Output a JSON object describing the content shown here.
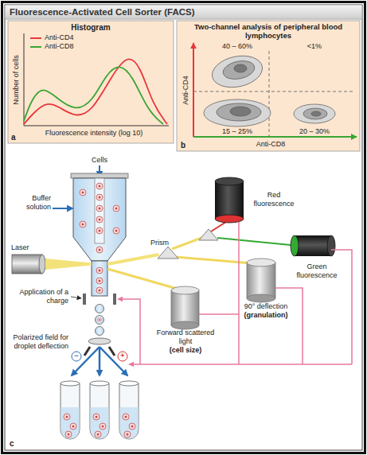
{
  "diagram": {
    "title": "Fluorescence-Activated Cell Sorter (FACS)",
    "nodes": [
      {
        "text": [
          "Histogram"
        ]
      },
      {
        "text": [
          "Two-channel analysis of peripheral blood lymphocytes"
        ]
      },
      {
        "text": [
          "Red fluorescence"
        ]
      },
      {
        "text": [
          "Green fluorescence"
        ]
      },
      {
        "text": [
          "Forward scattered light",
          "(cell size)"
        ]
      },
      {
        "text": [
          "90° deflection",
          "(granulation)"
        ]
      }
    ],
    "labels": [
      "Number of cells",
      "Fluorescence intensity (log 10)",
      "a",
      "40 – 60%",
      "<1%",
      "15 – 25%",
      "20 – 30%",
      "Anti-CD4",
      "Anti-CD8",
      "b",
      "Cells",
      "Buffer solution",
      "Laser",
      "Prism",
      "Application of a charge",
      "Polarized field for droplet deflection",
      "−",
      "+",
      "c"
    ],
    "legend": [
      {
        "text": "Anti-CD4",
        "color": "#e8383d"
      },
      {
        "text": "Anti-CD8",
        "color": "#3aa535"
      }
    ]
  }
}
